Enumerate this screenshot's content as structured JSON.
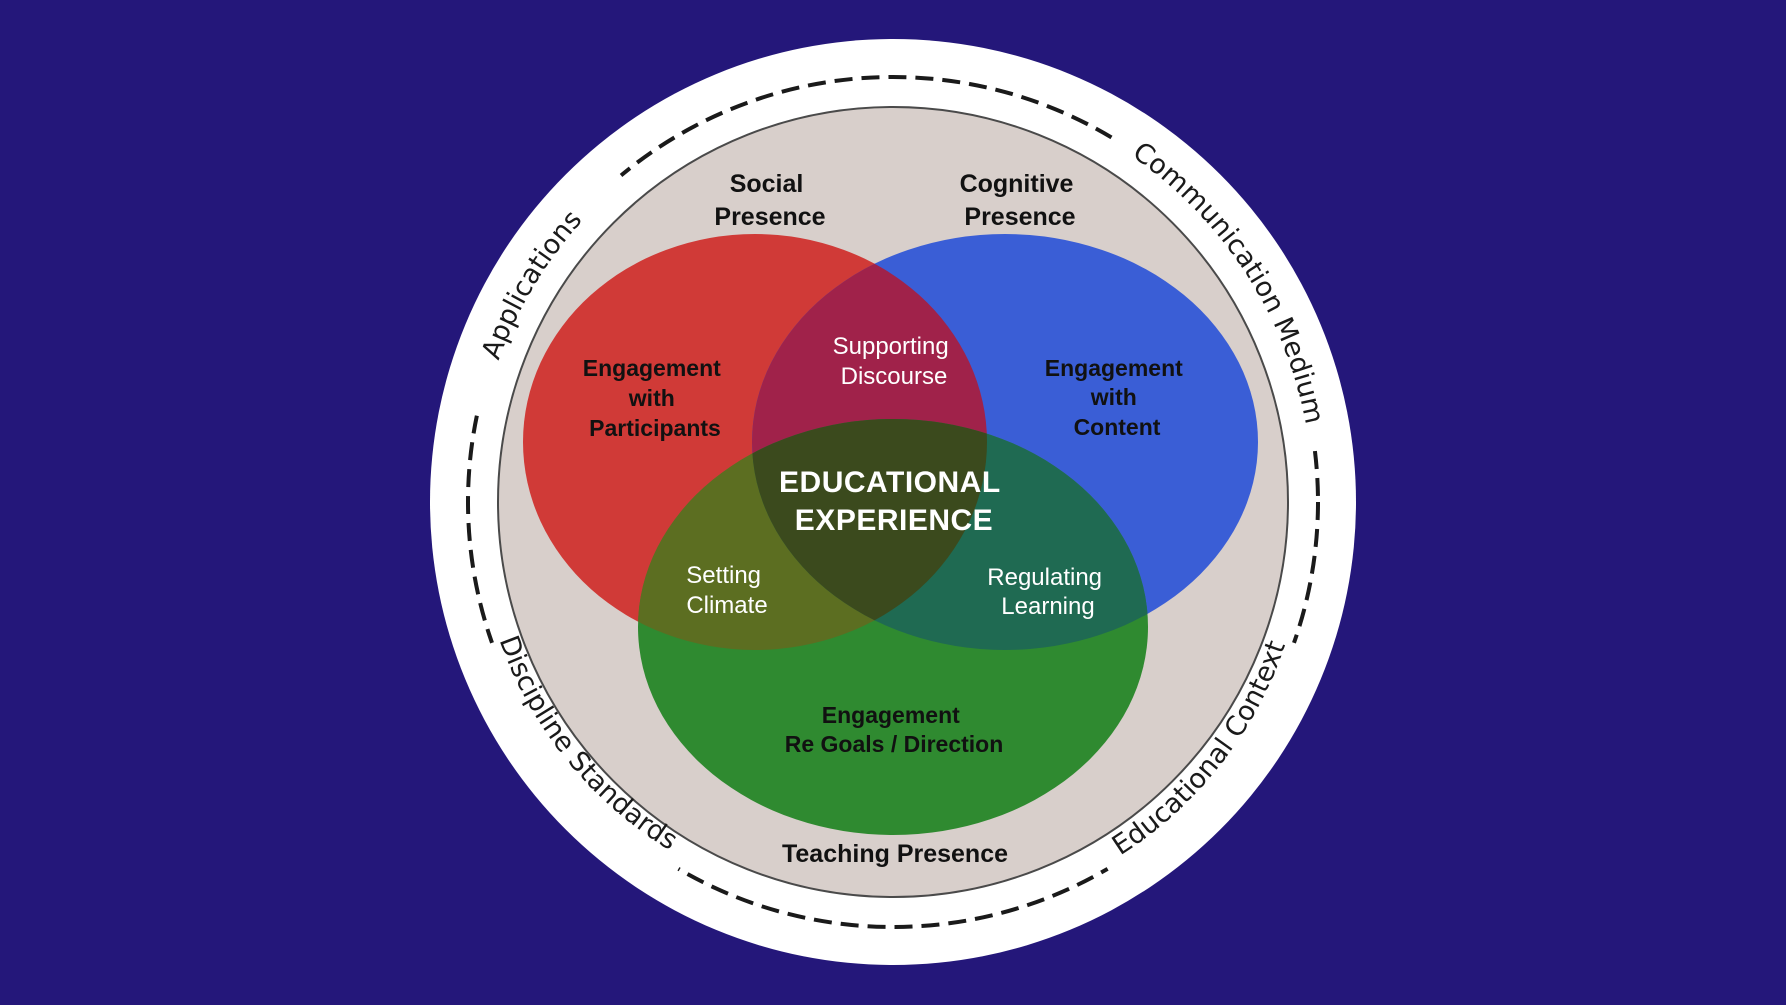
{
  "colors": {
    "background": "#24177a",
    "outer_ring": "#ffffff",
    "inner_disc": "#d8cfcb",
    "social": "#d03a37",
    "cognitive": "#3a5ed6",
    "teaching": "#2f8a30"
  },
  "context_ring": {
    "applications": "Applications",
    "communication_medium": "Communication Medium",
    "discipline_standards": "Discipline Standards",
    "educational_context": "Educational Context"
  },
  "presences": {
    "social": [
      "Social",
      "Presence"
    ],
    "cognitive": [
      "Cognitive",
      "Presence"
    ],
    "teaching": "Teaching Presence"
  },
  "regions": {
    "engagement_participants": [
      "Engagement",
      "with",
      "Participants"
    ],
    "engagement_content": [
      "Engagement",
      "with",
      "Content"
    ],
    "engagement_goals": [
      "Engagement",
      "Re Goals / Direction"
    ],
    "supporting_discourse": [
      "Supporting",
      "Discourse"
    ],
    "setting_climate": [
      "Setting",
      "Climate"
    ],
    "regulating_learning": [
      "Regulating",
      "Learning"
    ],
    "center": [
      "EDUCATIONAL",
      "EXPERIENCE"
    ]
  }
}
